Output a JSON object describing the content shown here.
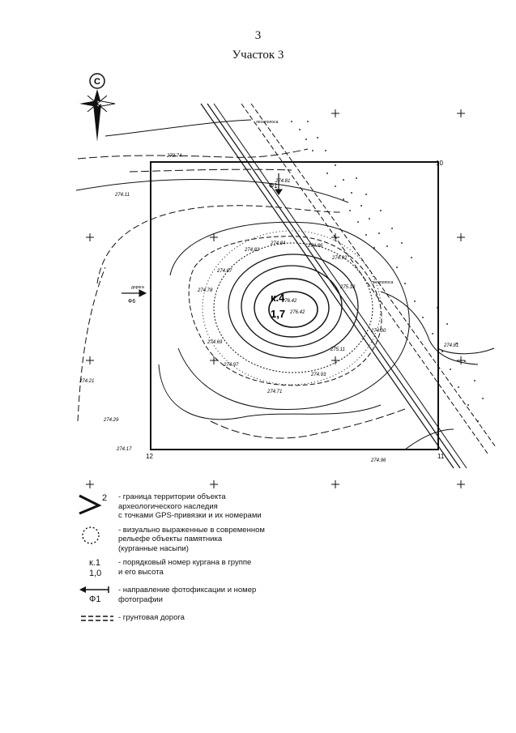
{
  "page": {
    "number": "3",
    "title": "Участок 3"
  },
  "compass": {
    "north_label": "С",
    "icon": "compass-rose-icon"
  },
  "map": {
    "grid_corners": {
      "nw": "",
      "ne": "10",
      "se": "11",
      "sw": "12"
    },
    "elevations": [
      "273.74",
      "274.11",
      "274.81",
      "274.82",
      "274.84",
      "274.86",
      "274.87",
      "274.78",
      "274.92",
      "275.10",
      "276.42",
      "276.42",
      "274.00",
      "275.11",
      "274.93",
      "274.69",
      "274.71",
      "274.29",
      "274.17",
      "274.96",
      "274.21",
      "274.97",
      "274.81"
    ],
    "mound_label": "к.4",
    "mound_height": "1,7",
    "photo_label_map": "Ф1",
    "photo_label_left": "Ф6",
    "forest_label_1": "лесополоса",
    "forest_label_2": "лесополоса",
    "road_label": "дорога"
  },
  "legend": {
    "items": [
      {
        "symbol_label": "2",
        "text": "- граница территории объекта\n  археологического наследия\n  с точками GPS-привязки и их номерами"
      },
      {
        "symbol_label": "",
        "text": "- визуально выраженные в современном\n  рельефе объекты памятника\n  (курганные насыпи)"
      },
      {
        "symbol_label": "к.1\n1,0",
        "text": "- порядковый номер кургана в группе\n  и его высота"
      },
      {
        "symbol_label": "Ф1",
        "text": "- направление фотофиксации и номер\n  фотографии"
      },
      {
        "symbol_label": "",
        "text": "- грунтовая дорога"
      }
    ]
  }
}
